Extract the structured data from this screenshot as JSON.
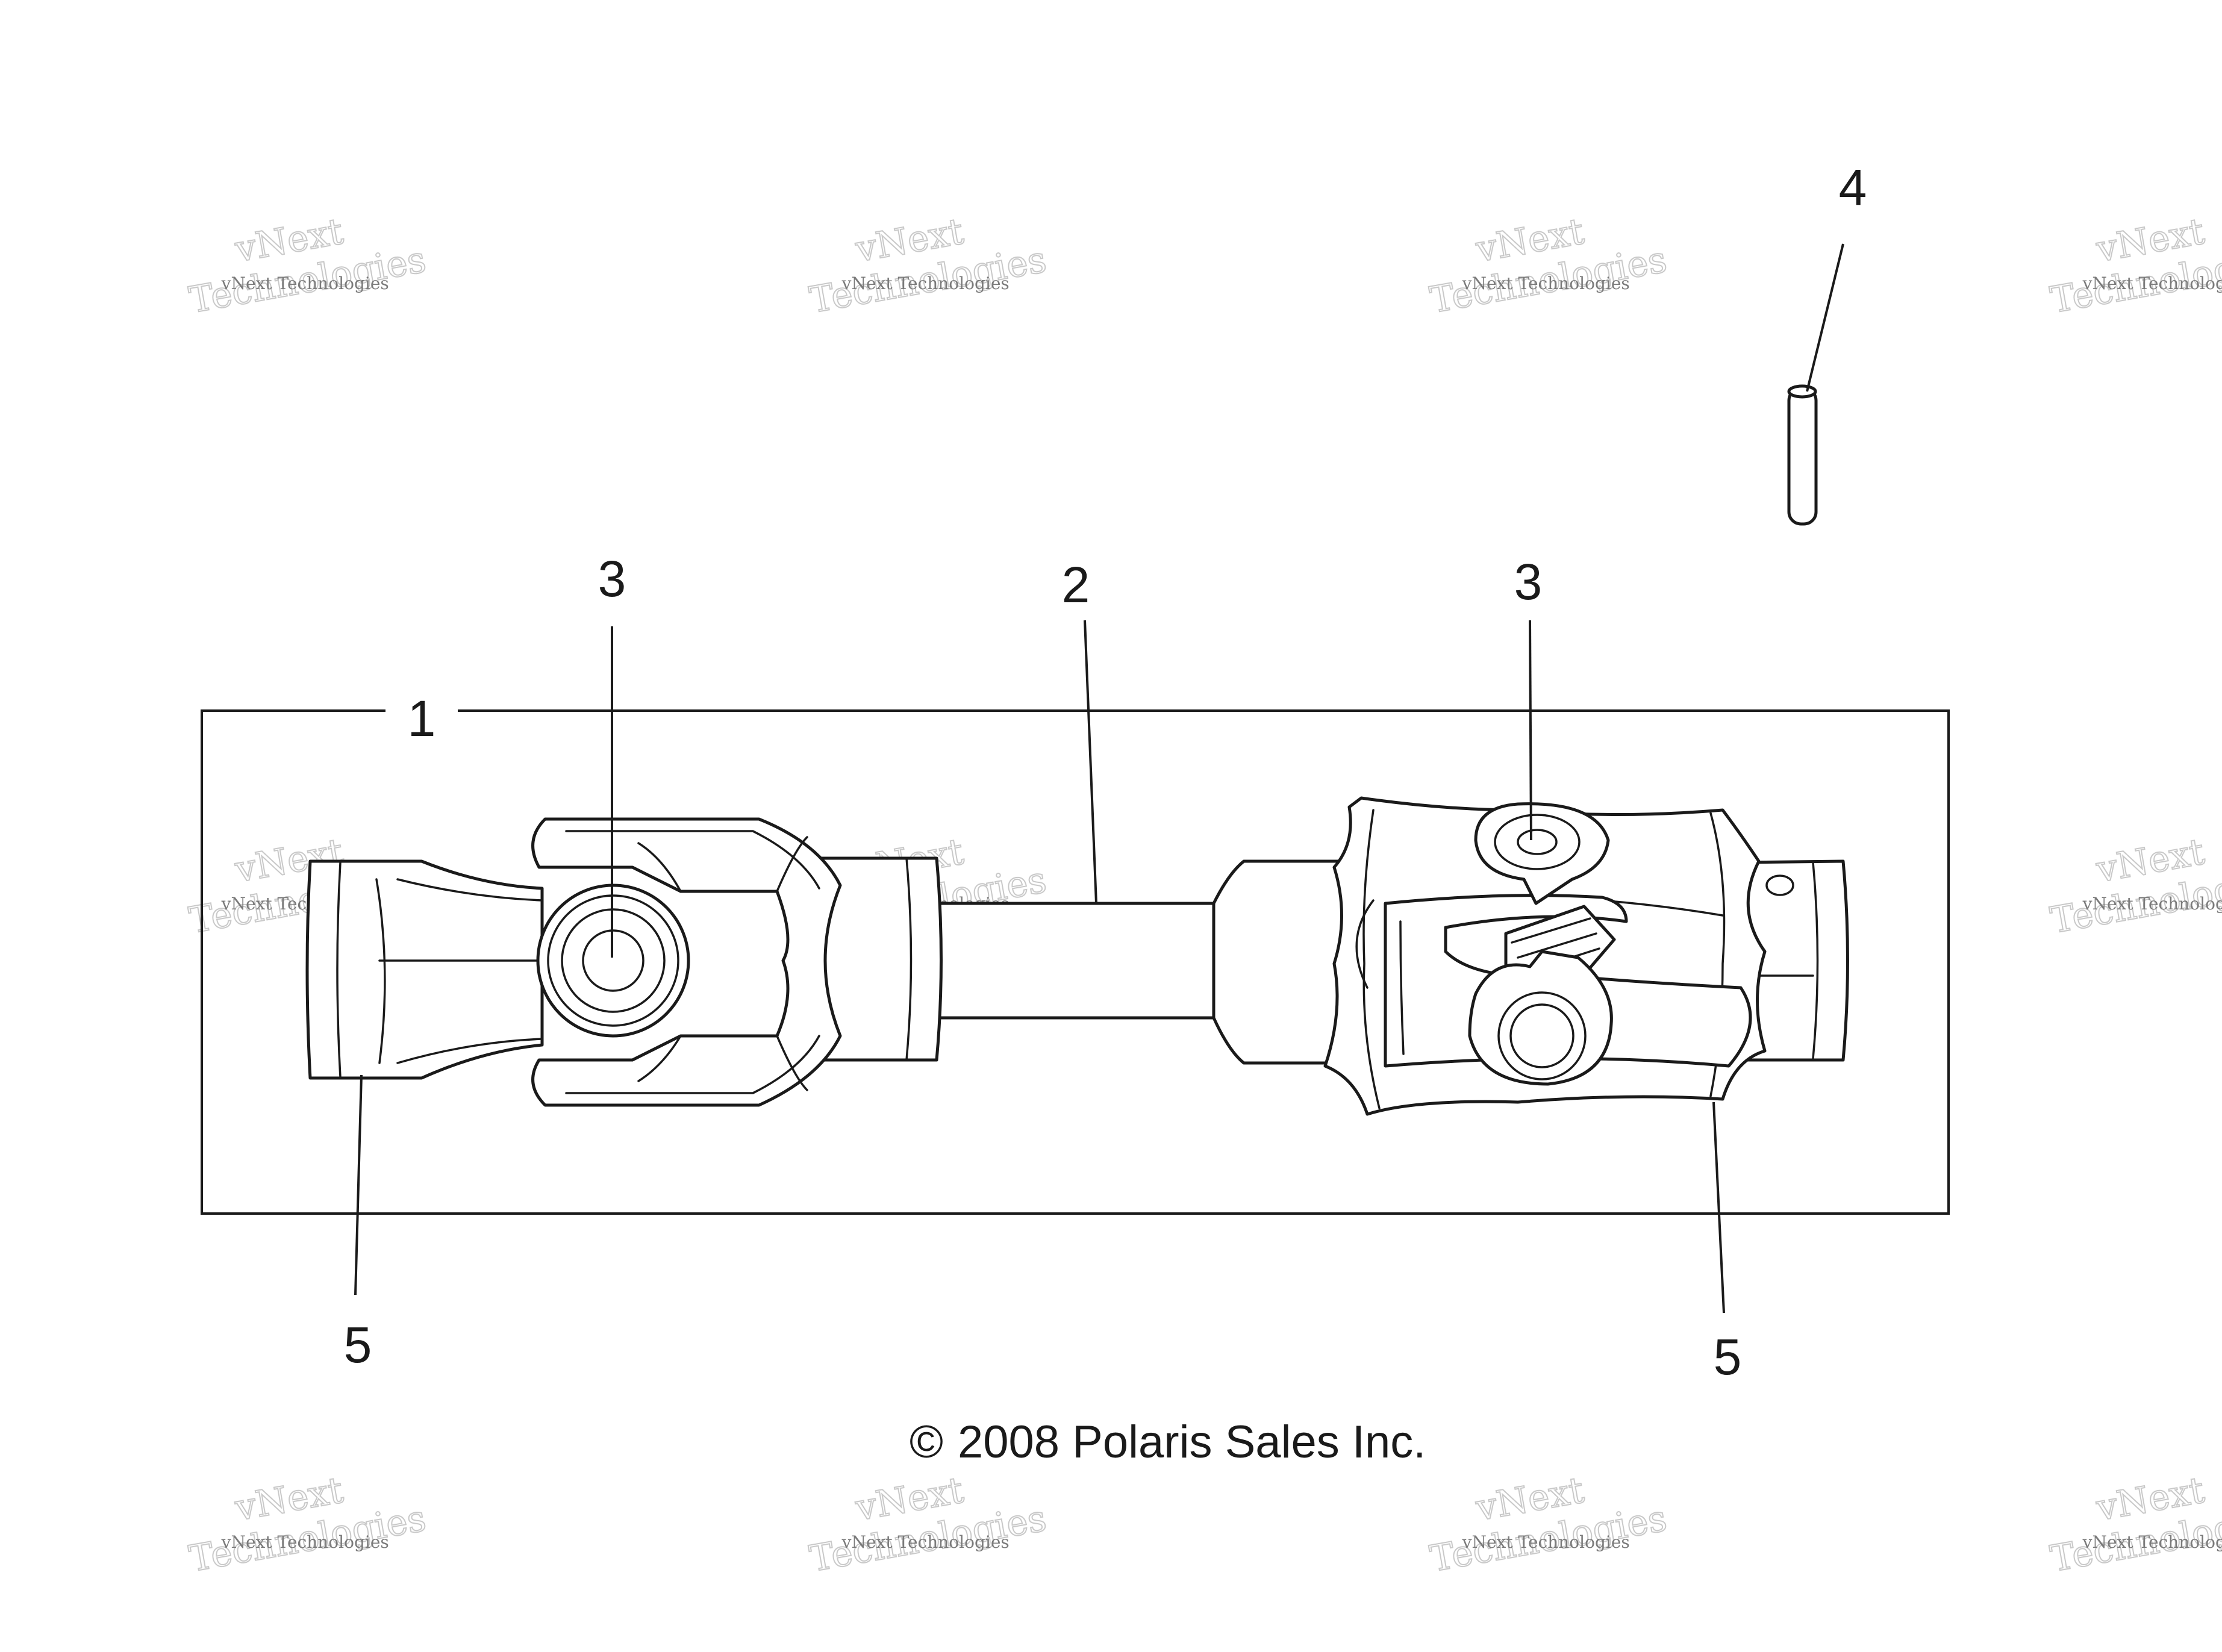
{
  "callouts": {
    "c1": "1",
    "c2": "2",
    "c3_left": "3",
    "c3_right": "3",
    "c4": "4",
    "c5_left": "5",
    "c5_right": "5"
  },
  "copyright": {
    "symbol": "©",
    "text": "2008 Polaris Sales Inc."
  },
  "watermark": {
    "line_small": "vNext Technologies",
    "line_large_1": "vNext",
    "line_large_2": "Technologies"
  },
  "colors": {
    "background": "#ffffff",
    "ink": "#1a1a1a",
    "watermark": "#c9c9c9"
  }
}
